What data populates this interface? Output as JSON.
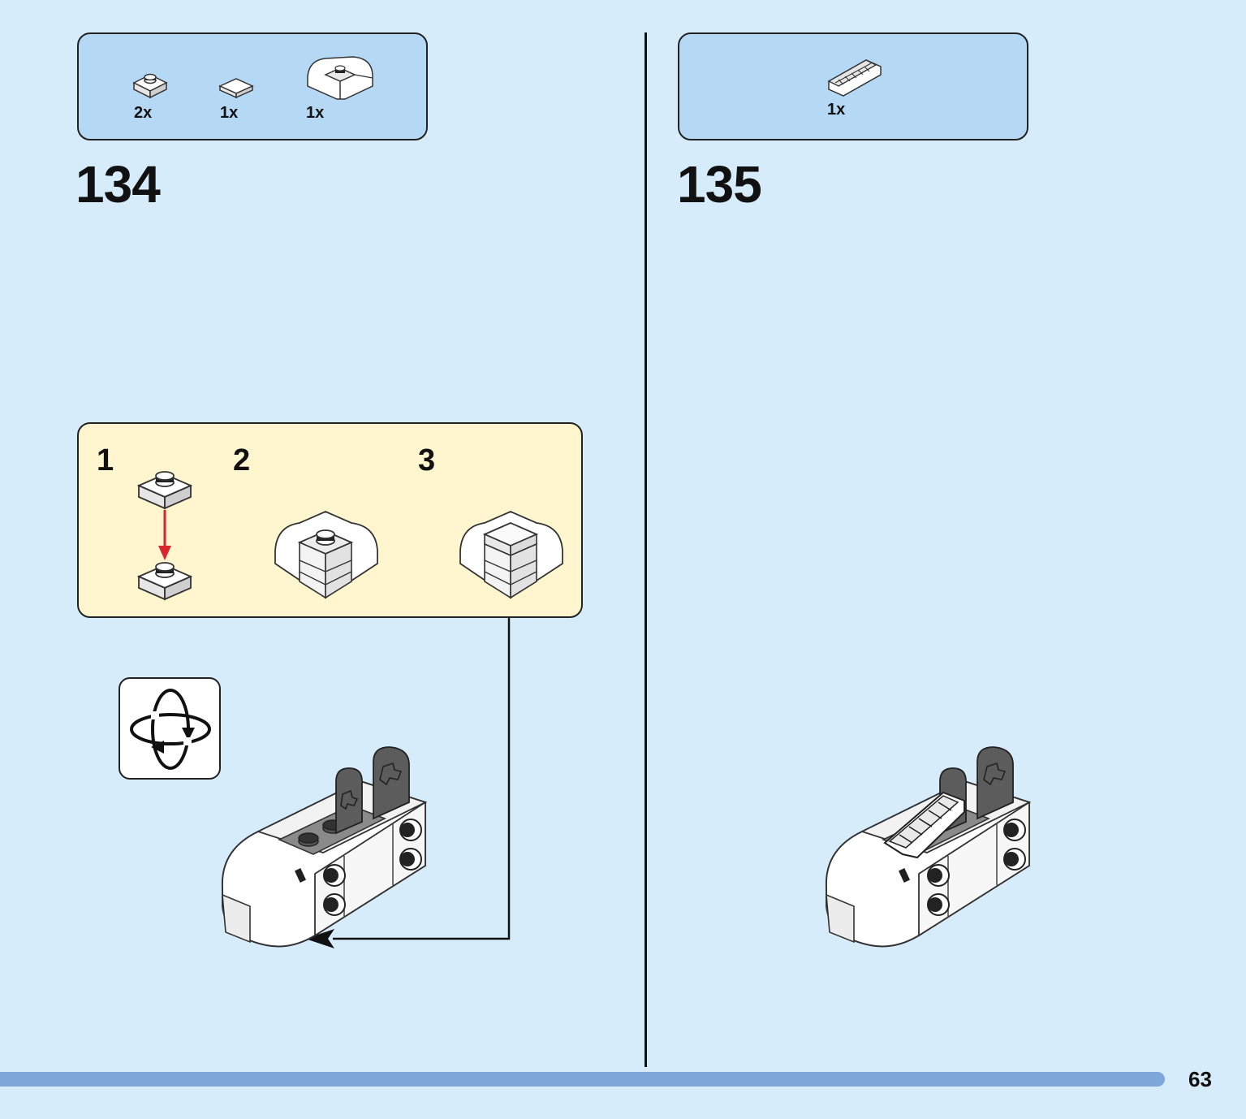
{
  "step_134": {
    "number": "134",
    "parts": [
      {
        "qty": "2x",
        "icon": "plate-1x1-white-icon"
      },
      {
        "qty": "1x",
        "icon": "tile-1x1-white-icon"
      },
      {
        "qty": "1x",
        "icon": "curved-slope-white-icon"
      }
    ],
    "substeps": [
      {
        "number": "1"
      },
      {
        "number": "2"
      },
      {
        "number": "3"
      }
    ],
    "rotate_icon": "rotate-model-icon"
  },
  "step_135": {
    "number": "135",
    "parts": [
      {
        "qty": "1x",
        "icon": "grille-slope-white-icon"
      }
    ]
  },
  "page": {
    "number": "63"
  },
  "colors": {
    "background": "#d6ecfb",
    "parts_box": "#b5d8f5",
    "sub_box": "#fff5cf",
    "footer_bar": "#7fa6d9",
    "arrow_red": "#d9262e"
  }
}
